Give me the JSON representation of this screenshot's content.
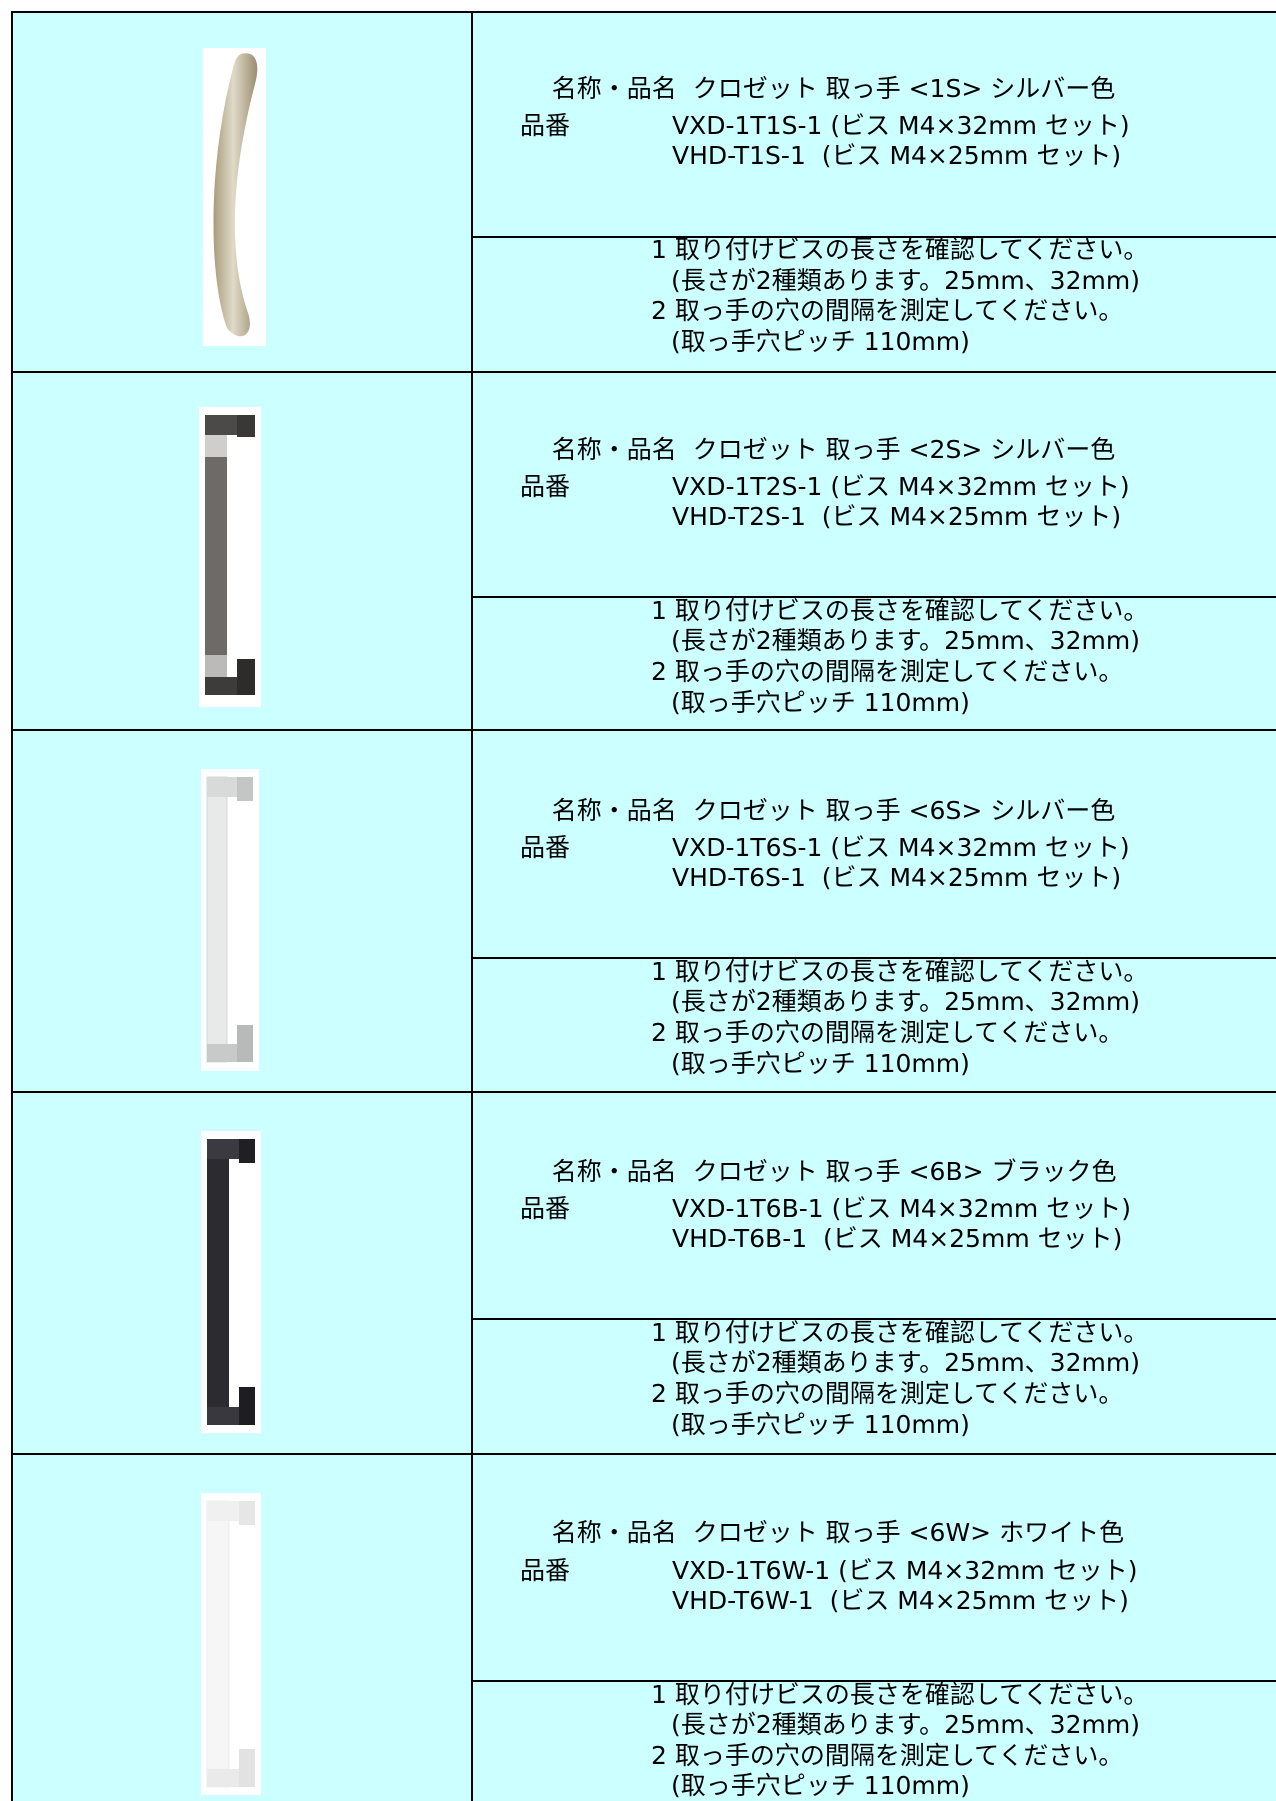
{
  "products": [
    {
      "name_label": "名称・品名",
      "name_value": "クロゼット 取っ手 <1S> シルバー色",
      "number_label": "品番",
      "numbers": [
        "VXD-1T1S-1 (ビス M4×32mm セット)",
        "VHD-T1S-1  (ビス M4×25mm セット)"
      ],
      "notes": [
        "1 取り付けビスの長さを確認してください。",
        "(長さが2種類あります。25mm、32mm)",
        "2 取っ手の穴の間隔を測定してください。",
        "(取っ手穴ピッチ 110mm)"
      ],
      "image": "curved-silver-handle"
    },
    {
      "name_label": "名称・品名",
      "name_value": "クロゼット 取っ手 <2S> シルバー色",
      "number_label": "品番",
      "numbers": [
        "VXD-1T2S-1 (ビス M4×32mm セット)",
        "VHD-T2S-1  (ビス M4×25mm セット)"
      ],
      "notes": [
        "1 取り付けビスの長さを確認してください。",
        "(長さが2種類あります。25mm、32mm)",
        "2 取っ手の穴の間隔を測定してください。",
        "(取っ手穴ピッチ 110mm)"
      ],
      "image": "bar-handle-dark-silver"
    },
    {
      "name_label": "名称・品名",
      "name_value": "クロゼット 取っ手 <6S> シルバー色",
      "number_label": "品番",
      "numbers": [
        "VXD-1T6S-1 (ビス M4×32mm セット)",
        "VHD-T6S-1  (ビス M4×25mm セット)"
      ],
      "notes": [
        "1 取り付けビスの長さを確認してください。",
        "(長さが2種類あります。25mm、32mm)",
        "2 取っ手の穴の間隔を測定してください。",
        "(取っ手穴ピッチ 110mm)"
      ],
      "image": "bar-handle-silver"
    },
    {
      "name_label": "名称・品名",
      "name_value": "クロゼット 取っ手 <6B> ブラック色",
      "number_label": "品番",
      "numbers": [
        "VXD-1T6B-1 (ビス M4×32mm セット)",
        "VHD-T6B-1  (ビス M4×25mm セット)"
      ],
      "notes": [
        "1 取り付けビスの長さを確認してください。",
        "(長さが2種類あります。25mm、32mm)",
        "2 取っ手の穴の間隔を測定してください。",
        "(取っ手穴ピッチ 110mm)"
      ],
      "image": "bar-handle-black"
    },
    {
      "name_label": "名称・品名",
      "name_value": "クロゼット 取っ手 <6W> ホワイト色",
      "number_label": "品番",
      "numbers": [
        "VXD-1T6W-1 (ビス M4×32mm セット)",
        "VHD-T6W-1  (ビス M4×25mm セット)"
      ],
      "notes": [
        "1 取り付けビスの長さを確認してください。",
        "(長さが2種類あります。25mm、32mm)",
        "2 取っ手の穴の間隔を測定してください。",
        "(取っ手穴ピッチ 110mm)"
      ],
      "image": "bar-handle-white"
    }
  ],
  "colors": {
    "background": "#ccffff",
    "border": "#000000",
    "silver": "#c8c0a8",
    "dark_silver": "#6e6a68",
    "black": "#2c2c30",
    "white": "#f8f8f8"
  }
}
